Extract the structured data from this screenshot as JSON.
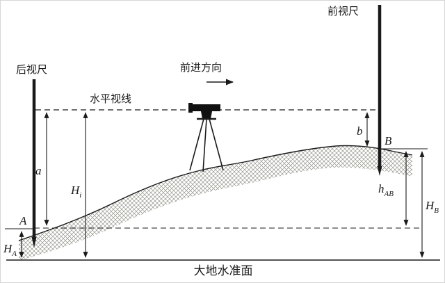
{
  "labels": {
    "backsight_rod": "后视尺",
    "foresight_rod": "前视尺",
    "direction": "前进方向",
    "horizontal_sight_line": "水平视线",
    "datum_surface": "大地水准面",
    "reading_a": "a",
    "reading_b": "b",
    "instrument_height_main": "H",
    "instrument_height_sub": "i",
    "height_diff_main": "h",
    "height_diff_sub": "AB",
    "elevation_a_main": "H",
    "elevation_a_sub": "A",
    "elevation_b_main": "H",
    "elevation_b_sub": "B",
    "point_a": "A",
    "point_b": "B"
  }
}
